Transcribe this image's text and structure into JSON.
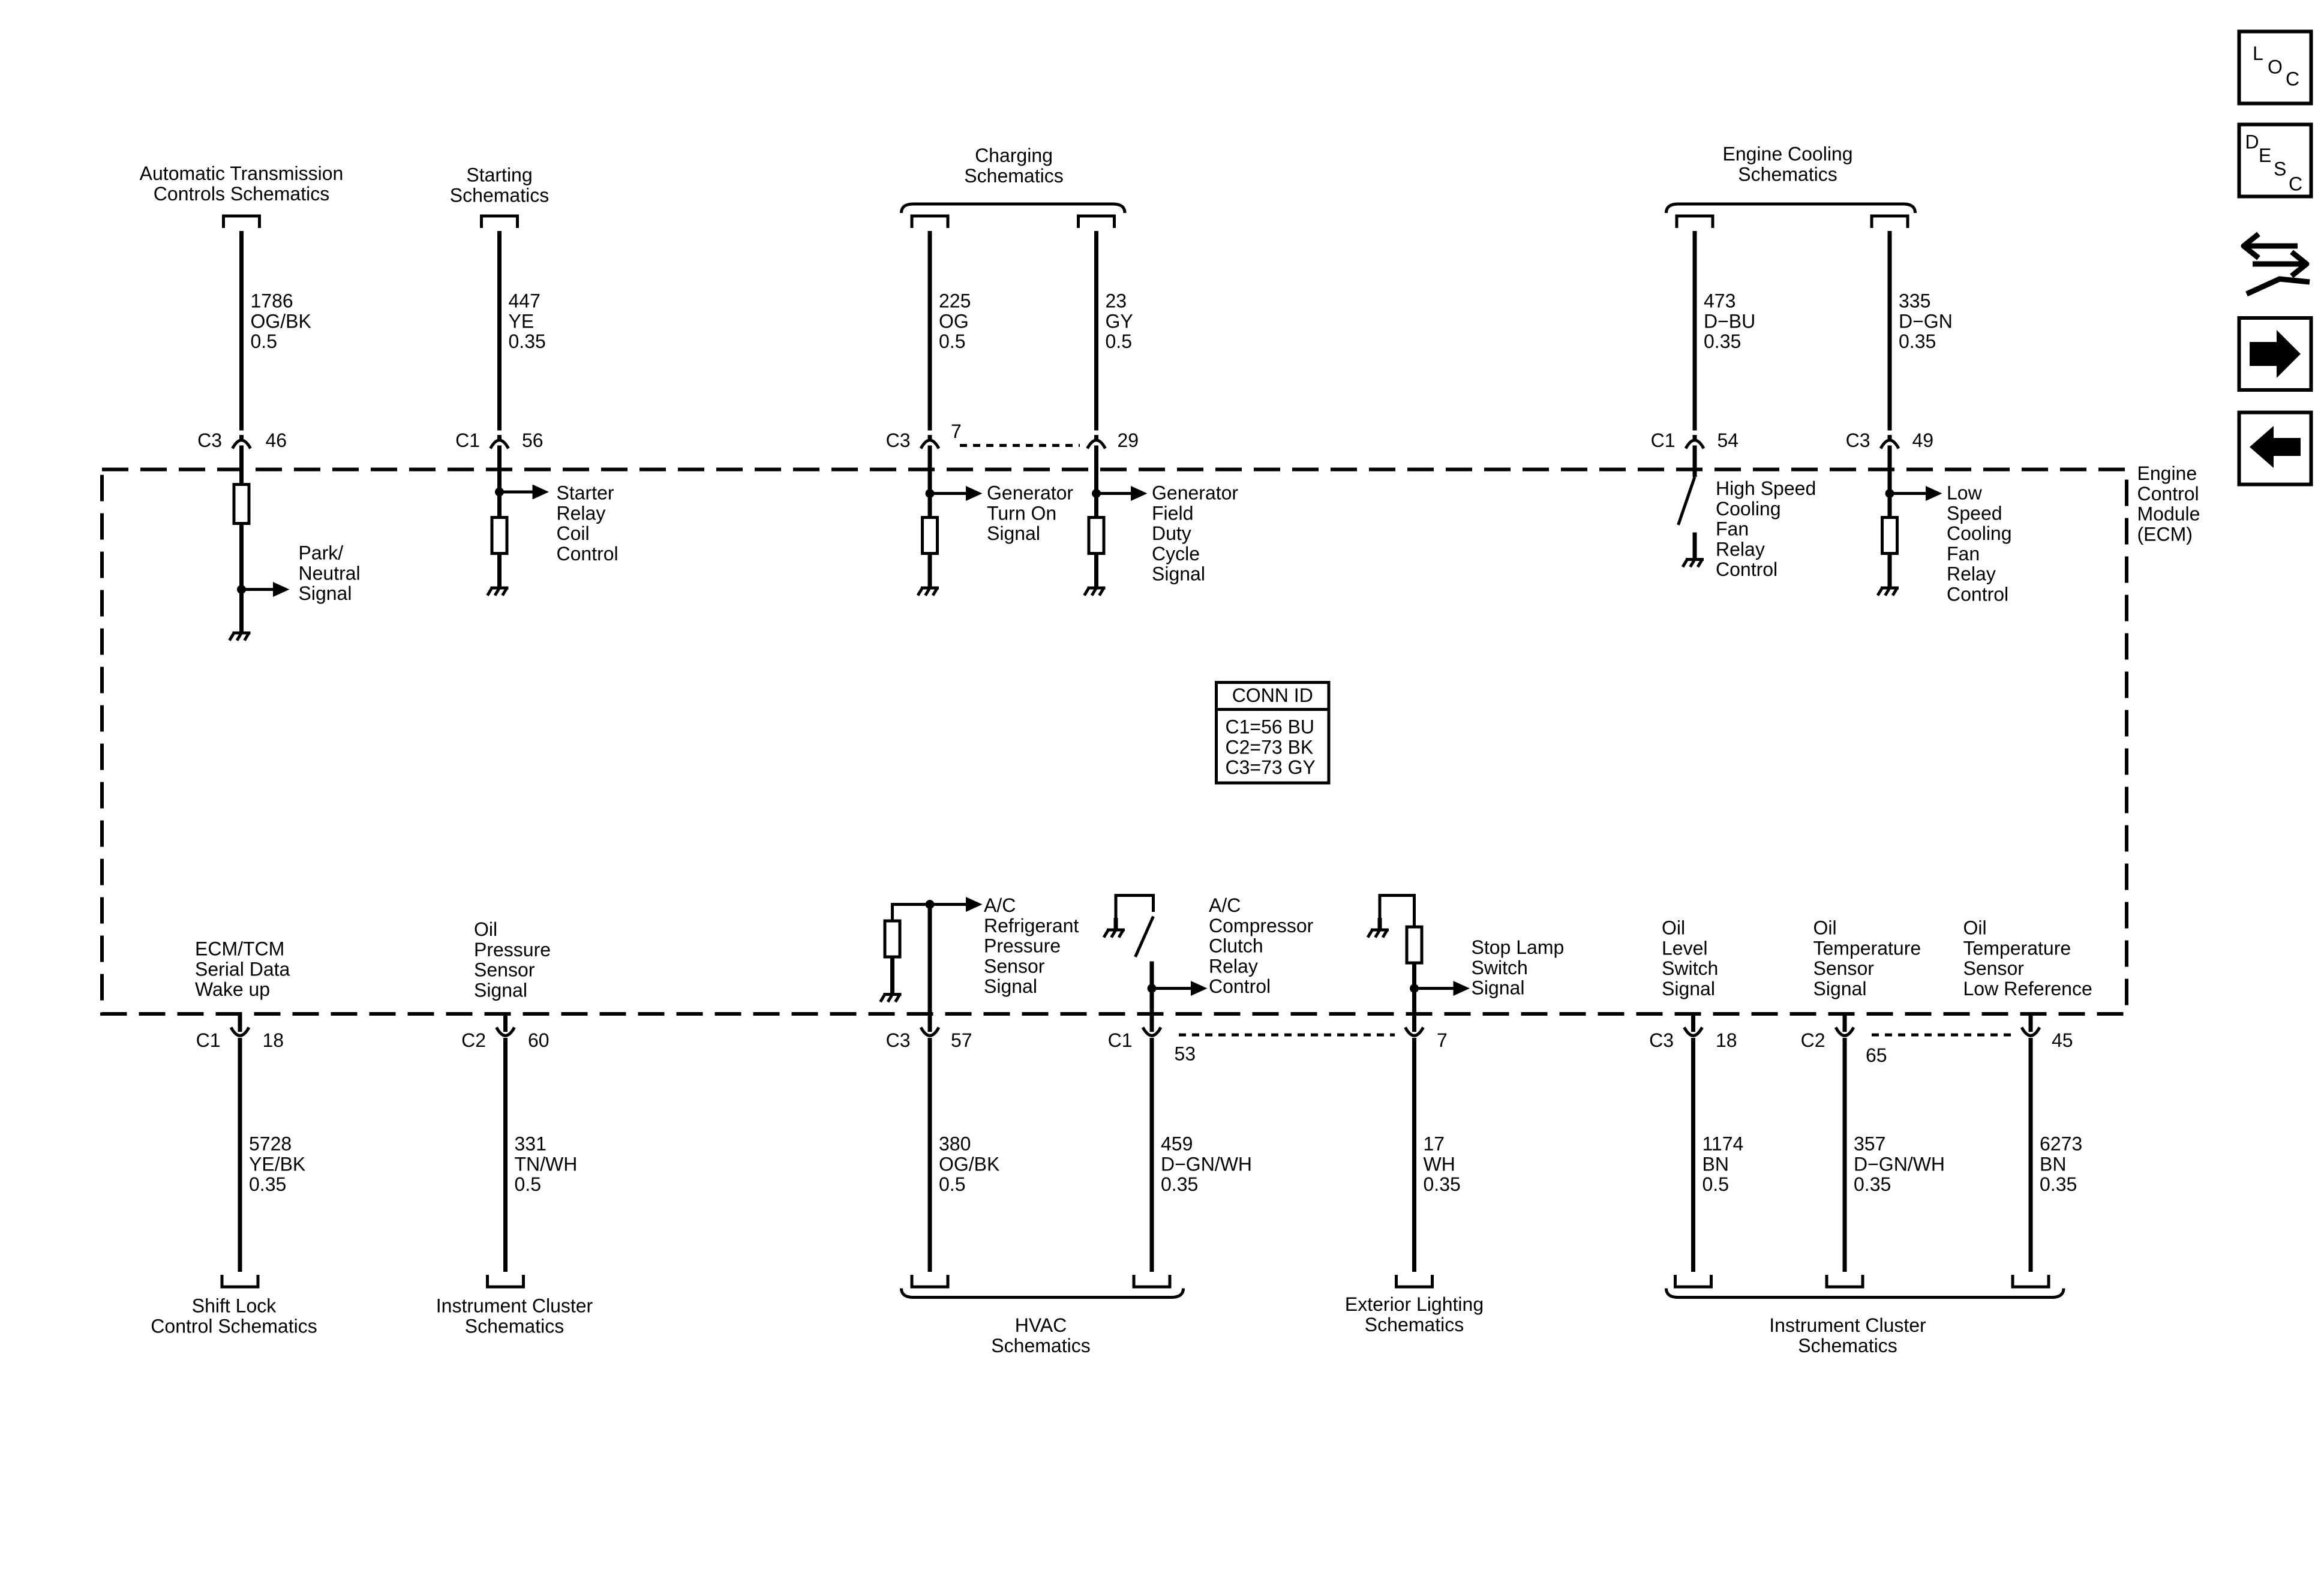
{
  "module_label": [
    "Engine",
    "Control",
    "Module",
    "(ECM)"
  ],
  "conn_id": {
    "title": "CONN ID",
    "lines": [
      "C1=56 BU",
      "C2=73 BK",
      "C3=73 GY"
    ]
  },
  "nav": {
    "loc": {
      "l1": "L",
      "l2": "O",
      "l3": "C"
    },
    "desc": {
      "l1": "D",
      "l2": "E",
      "l3": "S",
      "l4": "C"
    },
    "icons": [
      "connector-diagram-icon",
      "next-arrow-icon",
      "previous-arrow-icon"
    ]
  },
  "top_groups": [
    {
      "lines": [
        "Automatic Transmission",
        "Controls Schematics"
      ]
    },
    {
      "lines": [
        "Starting",
        "Schematics"
      ]
    },
    {
      "lines": [
        "Charging",
        "Schematics"
      ]
    },
    {
      "lines": [
        "Engine Cooling",
        "Schematics"
      ]
    }
  ],
  "bottom_groups": [
    {
      "lines": [
        "Shift Lock",
        "Control Schematics"
      ]
    },
    {
      "lines": [
        "Instrument Cluster",
        "Schematics"
      ]
    },
    {
      "lines": [
        "HVAC",
        "Schematics"
      ]
    },
    {
      "lines": [
        "Exterior Lighting",
        "Schematics"
      ]
    },
    {
      "lines": [
        "Instrument Cluster",
        "Schematics"
      ]
    }
  ],
  "top_circuits": [
    {
      "circuit": "1786",
      "color": "OG/BK",
      "size": "0.5",
      "connector": "C3",
      "pin": "46",
      "signal": [
        "Park/",
        "Neutral",
        "Signal"
      ]
    },
    {
      "circuit": "447",
      "color": "YE",
      "size": "0.35",
      "connector": "C1",
      "pin": "56",
      "signal": [
        "Starter",
        "Relay",
        "Coil",
        "Control"
      ]
    },
    {
      "circuit": "225",
      "color": "OG",
      "size": "0.5",
      "connector": "C3",
      "pin": "7",
      "signal": [
        "Generator",
        "Turn On",
        "Signal"
      ]
    },
    {
      "circuit": "23",
      "color": "GY",
      "size": "0.5",
      "connector": "",
      "pin": "29",
      "signal": [
        "Generator",
        "Field",
        "Duty",
        "Cycle",
        "Signal"
      ]
    },
    {
      "circuit": "473",
      "color": "D−BU",
      "size": "0.35",
      "connector": "C1",
      "pin": "54",
      "signal": [
        "High Speed",
        "Cooling",
        "Fan",
        "Relay",
        "Control"
      ]
    },
    {
      "circuit": "335",
      "color": "D−GN",
      "size": "0.35",
      "connector": "C3",
      "pin": "49",
      "signal": [
        "Low",
        "Speed",
        "Cooling",
        "Fan",
        "Relay",
        "Control"
      ]
    }
  ],
  "bottom_circuits": [
    {
      "circuit": "5728",
      "color": "YE/BK",
      "size": "0.35",
      "connector": "C1",
      "pin": "18",
      "signal": [
        "ECM/TCM",
        "Serial Data",
        "Wake up"
      ]
    },
    {
      "circuit": "331",
      "color": "TN/WH",
      "size": "0.5",
      "connector": "C2",
      "pin": "60",
      "signal": [
        "Oil",
        "Pressure",
        "Sensor",
        "Signal"
      ]
    },
    {
      "circuit": "380",
      "color": "OG/BK",
      "size": "0.5",
      "connector": "C3",
      "pin": "57",
      "signal": [
        "A/C",
        "Refrigerant",
        "Pressure",
        "Sensor",
        "Signal"
      ]
    },
    {
      "circuit": "459",
      "color": "D−GN/WH",
      "size": "0.35",
      "connector": "C1",
      "pin": "53",
      "signal": [
        "A/C",
        "Compressor",
        "Clutch",
        "Relay",
        "Control"
      ]
    },
    {
      "circuit": "17",
      "color": "WH",
      "size": "0.35",
      "connector": "",
      "pin": "7",
      "signal": [
        "Stop Lamp",
        "Switch",
        "Signal"
      ]
    },
    {
      "circuit": "1174",
      "color": "BN",
      "size": "0.5",
      "connector": "C3",
      "pin": "18",
      "signal": [
        "Oil",
        "Level",
        "Switch",
        "Signal"
      ]
    },
    {
      "circuit": "357",
      "color": "D−GN/WH",
      "size": "0.35",
      "connector": "C2",
      "pin": "65",
      "signal": [
        "Oil",
        "Temperature",
        "Sensor",
        "Signal"
      ]
    },
    {
      "circuit": "6273",
      "color": "BN",
      "size": "0.35",
      "connector": "",
      "pin": "45",
      "signal": [
        "Oil",
        "Temperature",
        "Sensor",
        "Low Reference"
      ]
    }
  ]
}
